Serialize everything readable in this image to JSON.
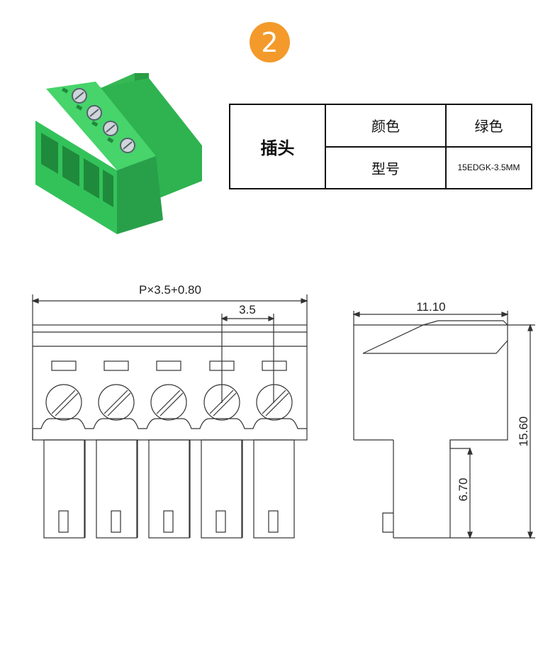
{
  "badge": {
    "number": "2",
    "color": "#f39a2b"
  },
  "product_image": {
    "subject": "green-terminal-block-plug-icon",
    "color": "#2fc45a"
  },
  "spec_table": {
    "header": "插头",
    "rows": [
      {
        "label": "颜色",
        "value": "绿色"
      },
      {
        "label": "型号",
        "value": "15EDGK-3.5MM"
      }
    ]
  },
  "drawing": {
    "front_view": {
      "width_formula": "P×3.5+0.80",
      "pitch": "3.5",
      "pin_count": 5
    },
    "side_view": {
      "depth": "11.10",
      "height": "15.60",
      "lower_height": "6.70"
    }
  }
}
